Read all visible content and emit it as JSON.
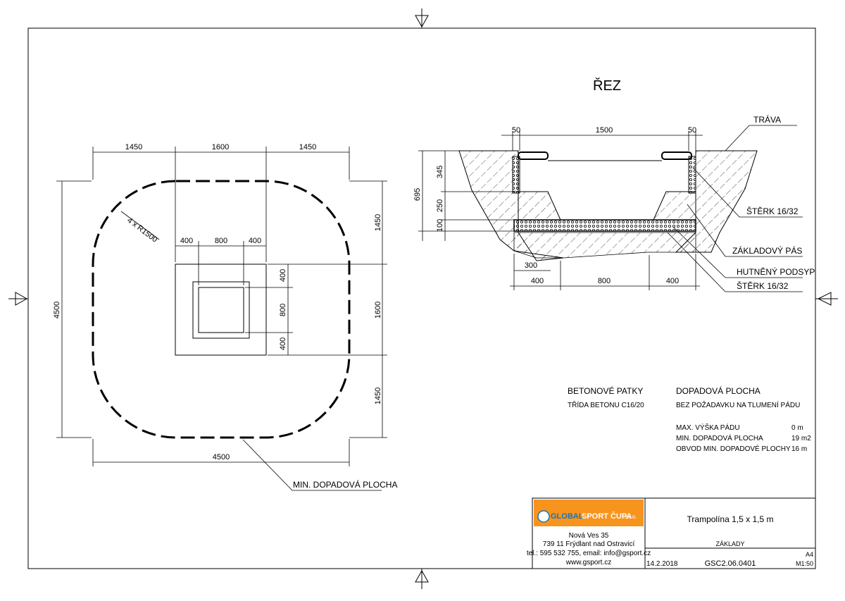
{
  "section_title": "ŘEZ",
  "plan": {
    "dims_top": [
      "1450",
      "1600",
      "1450"
    ],
    "dims_inner": [
      "400",
      "800",
      "400"
    ],
    "dims_right": [
      "1450",
      "1600",
      "1450"
    ],
    "dims_right_inner": [
      "400",
      "800",
      "400"
    ],
    "dim_left": "4500",
    "dim_bottom": "4500",
    "radius_label": "4 x R1500",
    "area_label": "MIN. DOPADOVÁ PLOCHA"
  },
  "section": {
    "dims_top": [
      "50",
      "1500",
      "50"
    ],
    "dims_left_total": "695",
    "dims_left": [
      "345",
      "250",
      "100"
    ],
    "dim_300": "300",
    "dims_bottom": [
      "400",
      "800",
      "400"
    ],
    "labels": {
      "grass": "TRÁVA",
      "gravel_top": "ŠTĚRK 16/32",
      "foundation": "ZÁKLADOVÝ PÁS",
      "subbase": "HUTNĚNÝ PODSYP",
      "gravel_bottom": "ŠTĚRK 16/32"
    }
  },
  "notes": {
    "concrete_title": "BETONOVÉ PATKY",
    "concrete_class": "TŘÍDA BETONU C16/20",
    "area_title": "DOPADOVÁ PLOCHA",
    "area_sub": "BEZ POŽADAVKU NA TLUMENÍ PÁDU",
    "rows": [
      {
        "label": "MAX. VÝŠKA PÁDU",
        "value": "0 m"
      },
      {
        "label": "MIN. DOPADOVÁ PLOCHA",
        "value": "19 m2"
      },
      {
        "label": "OBVOD MIN. DOPADOVÉ PLOCHY",
        "value": "16 m"
      }
    ]
  },
  "titleblock": {
    "logo_global": "GLOBAL",
    "logo_sport": "SPORT ČUPA",
    "logo_sro": "s.r.o.",
    "address_1": "Nová Ves 35",
    "address_2": "739 11 Frýdlant nad Ostravicí",
    "contact": "tel.: 595 532 755, email: info@gsport.cz",
    "web": "www.gsport.cz",
    "product": "Trampolína 1,5 x 1,5 m",
    "sheet_name": "ZÁKLADY",
    "date": "14.2.2018",
    "drawing_no": "GSC2.06.0401",
    "format": "A4",
    "scale": "M1:50"
  },
  "colors": {
    "logo_orange": "#f7941d",
    "logo_blue": "#1b75bc"
  }
}
